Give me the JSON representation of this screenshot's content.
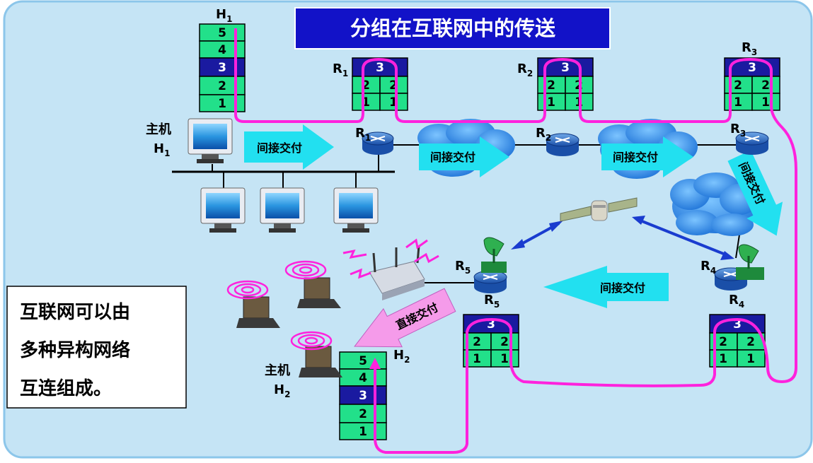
{
  "title": "分组在互联网中的传送",
  "note_lines": [
    "互联网可以由",
    "多种异构网络",
    "互连组成。"
  ],
  "hosts": {
    "h1": {
      "label": "H",
      "sub": "1",
      "caption_top": "主机",
      "caption_sub_main": "H",
      "caption_sub": "1"
    },
    "h2": {
      "label": "H",
      "sub": "2",
      "caption_top": "主机",
      "caption_sub_main": "H",
      "caption_sub": "2"
    }
  },
  "layers": {
    "l5": "5",
    "l4": "4",
    "l3": "3",
    "l2": "2",
    "l1": "1"
  },
  "routers": {
    "main": "R",
    "s1": "1",
    "s2": "2",
    "s3": "3",
    "s4": "4",
    "s5": "5"
  },
  "delivery": {
    "indirect": "间接交付",
    "direct": "直接交付"
  },
  "colors": {
    "background": "#c5e4f5",
    "title_bg": "#1212c8",
    "layer_green": "#22e08a",
    "layer_blue": "#1a1aa0",
    "cloud": "#2e8fe8",
    "arrow_fill": "#22e0f0",
    "direct_arrow": "#f59bea",
    "path": "#ff22dd",
    "link": "#1a3ccf"
  }
}
